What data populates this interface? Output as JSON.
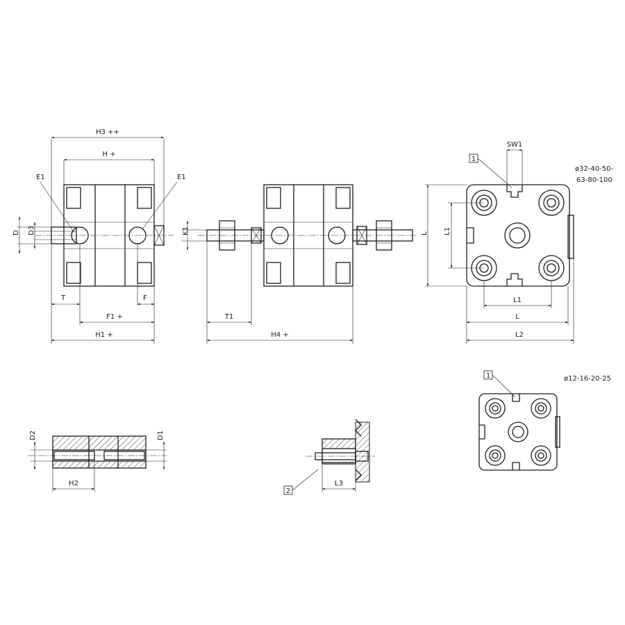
{
  "dimension_labels": {
    "h3": "H3 ++",
    "h": "H +",
    "e1_left": "E1",
    "e1_right": "E1",
    "d": "D",
    "d3": "D3",
    "t": "T",
    "f": "F",
    "f1": "F1 +",
    "h1": "H1 +",
    "k1": "K1",
    "t1": "T1",
    "h4": "H4 +",
    "sw1": "SW1",
    "l_side": "L",
    "l1_side": "L1",
    "l1_bottom": "L1",
    "l_bottom": "L",
    "l2": "L2",
    "d2": "D2",
    "d1": "D1",
    "h2": "H2",
    "l3": "L3"
  },
  "callouts": {
    "tag1_large": "1",
    "tag1_small": "1",
    "tag2": "2"
  },
  "size_notes": {
    "large_line1": "ø32-40-50-",
    "large_line2": "63-80-100",
    "small": "ø12-16-20-25"
  }
}
